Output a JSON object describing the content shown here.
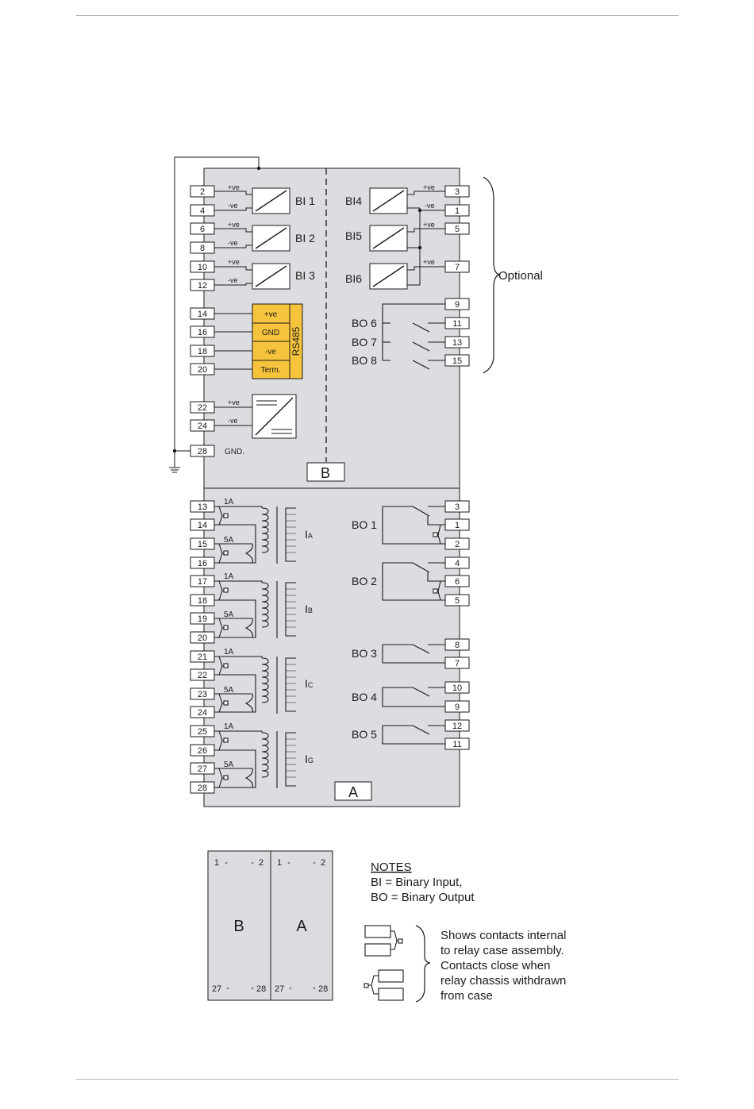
{
  "module_b": {
    "label": "B",
    "left_terminals": [
      "2",
      "4",
      "6",
      "8",
      "10",
      "12",
      "14",
      "16",
      "18",
      "20",
      "22",
      "24",
      "28"
    ],
    "right_terminals": [
      "3",
      "1",
      "5",
      "7",
      "9",
      "11",
      "13",
      "15"
    ],
    "binary_inputs": [
      "BI 1",
      "BI 2",
      "BI 3",
      "BI4",
      "BI5",
      "BI6"
    ],
    "binary_outputs": [
      "BO 6",
      "BO 7",
      "BO 8"
    ],
    "pos_label": "+ve",
    "neg_label": "-ve",
    "rs485": {
      "title": "RS485",
      "rows": [
        "+ve",
        "GND",
        "-ve",
        "Term."
      ]
    },
    "gnd_label": "GND.",
    "optional_label": "Optional"
  },
  "module_a": {
    "label": "A",
    "left_terminals": [
      "13",
      "14",
      "15",
      "16",
      "17",
      "18",
      "19",
      "20",
      "21",
      "22",
      "23",
      "24",
      "25",
      "26",
      "27",
      "28"
    ],
    "tap_1a": "1A",
    "tap_5a": "5A",
    "current_inputs": [
      {
        "main": "I",
        "sub": "A"
      },
      {
        "main": "I",
        "sub": "B"
      },
      {
        "main": "I",
        "sub": "C"
      },
      {
        "main": "I",
        "sub": "G"
      }
    ],
    "right_terminals": [
      "3",
      "1",
      "2",
      "4",
      "6",
      "5",
      "8",
      "7",
      "10",
      "9",
      "12",
      "11"
    ],
    "binary_outputs": [
      "BO 1",
      "BO 2",
      "BO 3",
      "BO 4",
      "BO 5"
    ]
  },
  "rear_view": {
    "b_label": "B",
    "a_label": "A",
    "top_left": "1",
    "top_right": "2",
    "bottom_left": "27",
    "bottom_right": "28"
  },
  "notes": {
    "heading": "NOTES",
    "lines": [
      "BI = Binary Input,",
      "BO = Binary Output"
    ],
    "contact_note": [
      "Shows contacts internal",
      "to relay case assembly.",
      "Contacts close when",
      "relay chassis withdrawn",
      "from case"
    ]
  },
  "colors": {
    "rs485_fill": "#f6c33c",
    "module_fill": "#dcdde0",
    "line": "#1a1a1a",
    "page_rule": "#b3b3b3"
  }
}
